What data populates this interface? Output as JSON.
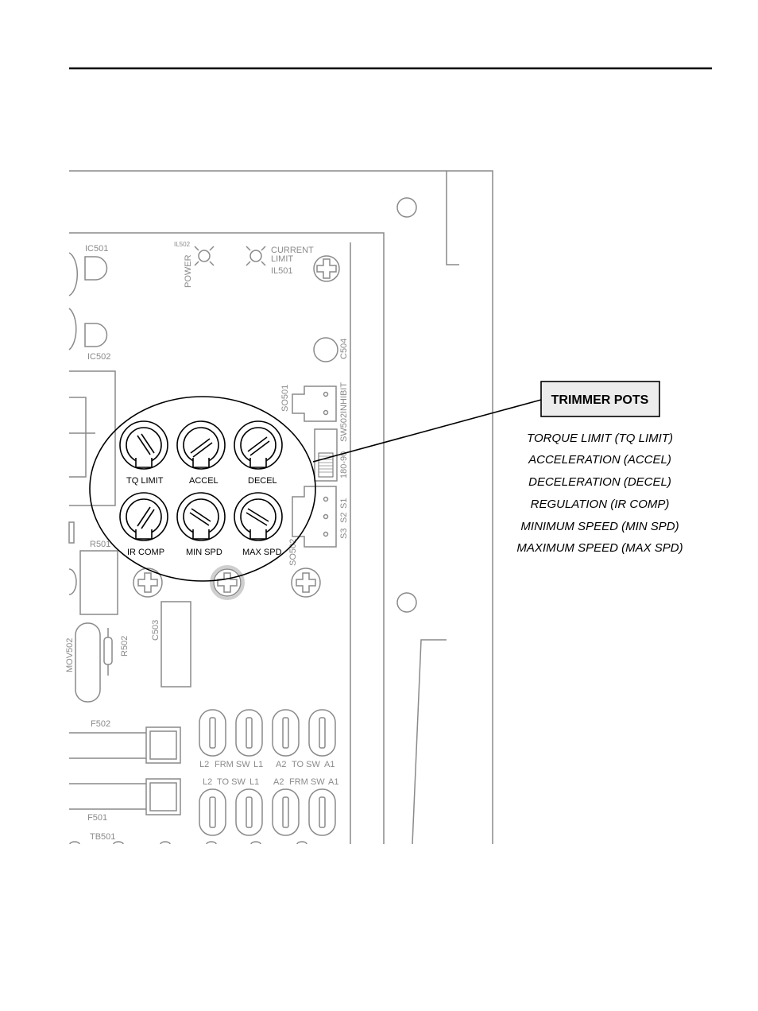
{
  "callout": {
    "title": "TRIMMER POTS",
    "legend": [
      "TORQUE LIMIT (TQ LIMIT)",
      "ACCELERATION (ACCEL)",
      "DECELERATION (DECEL)",
      "REGULATION (IR COMP)",
      "MINIMUM SPEED (MIN SPD)",
      "MAXIMUM SPEED (MAX SPD)"
    ]
  },
  "pots": {
    "tq_limit": "TQ LIMIT",
    "accel": "ACCEL",
    "decel": "DECEL",
    "ir_comp": "IR COMP",
    "min_spd": "MIN SPD",
    "max_spd": "MAX SPD"
  },
  "board": {
    "ic501": "IC501",
    "ic502": "IC502",
    "il502": "IL502",
    "power": "POWER",
    "current": "CURRENT",
    "limit": "LIMIT",
    "il501": "IL501",
    "c504": "C504",
    "so501": "SO501",
    "inhibit": "INHIBIT",
    "sw502": "SW502",
    "range": "180-90",
    "s1": "S1",
    "s2": "S2",
    "s3": "S3",
    "so502": "SO502",
    "r501": "R501",
    "c503": "C503",
    "r502": "R502",
    "mov502": "MOV502",
    "f502": "F502",
    "f501": "F501",
    "tb501": "TB501",
    "top_row": {
      "l2": "L2",
      "frm_sw": "FRM SW",
      "l1": "L1",
      "a2": "A2",
      "to_sw": "TO SW",
      "a1": "A1"
    },
    "bottom_row": {
      "l2": "L2",
      "to_sw": "TO SW",
      "l1": "L1",
      "a2": "A2",
      "frm_sw": "FRM SW",
      "a1": "A1"
    }
  }
}
